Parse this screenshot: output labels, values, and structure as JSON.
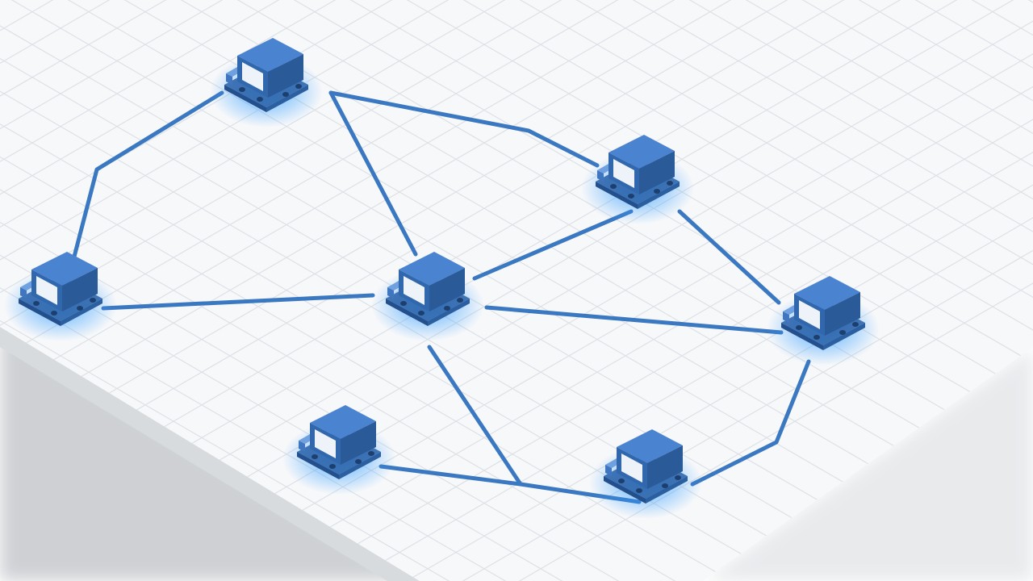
{
  "palette": {
    "background": "#ffffff",
    "floor": "#f7f8fa",
    "grid": "#dde1e6",
    "shadow": "#9ea3a9",
    "link": "#3b78c2",
    "glow": "#2f9cff",
    "vehicle_top": "#4a83cf",
    "vehicle_side": "#3067ad",
    "vehicle_front": "#2a5a98",
    "screen": "#eef3fa",
    "node_label": ""
  },
  "diagram": {
    "type": "network",
    "nodes": [
      {
        "id": "agv-top-left",
        "icon": "agv-robot-icon"
      },
      {
        "id": "agv-left",
        "icon": "agv-robot-icon"
      },
      {
        "id": "agv-center",
        "icon": "agv-robot-icon"
      },
      {
        "id": "agv-top-right",
        "icon": "agv-robot-icon"
      },
      {
        "id": "agv-right",
        "icon": "agv-robot-icon"
      },
      {
        "id": "agv-bottom-left",
        "icon": "agv-robot-icon"
      },
      {
        "id": "agv-bottom-right",
        "icon": "agv-robot-icon"
      }
    ],
    "links": [
      {
        "from": "agv-top-left",
        "to": "agv-left"
      },
      {
        "from": "agv-top-left",
        "to": "agv-center"
      },
      {
        "from": "agv-top-left",
        "to": "agv-top-right"
      },
      {
        "from": "agv-left",
        "to": "agv-center"
      },
      {
        "from": "agv-center",
        "to": "agv-top-right"
      },
      {
        "from": "agv-center",
        "to": "agv-right"
      },
      {
        "from": "agv-top-right",
        "to": "agv-right"
      },
      {
        "from": "agv-center",
        "to": "junction-bottom"
      },
      {
        "from": "agv-bottom-left",
        "to": "junction-bottom"
      },
      {
        "from": "junction-bottom",
        "to": "agv-bottom-right"
      },
      {
        "from": "agv-right",
        "to": "agv-bottom-right"
      }
    ]
  }
}
